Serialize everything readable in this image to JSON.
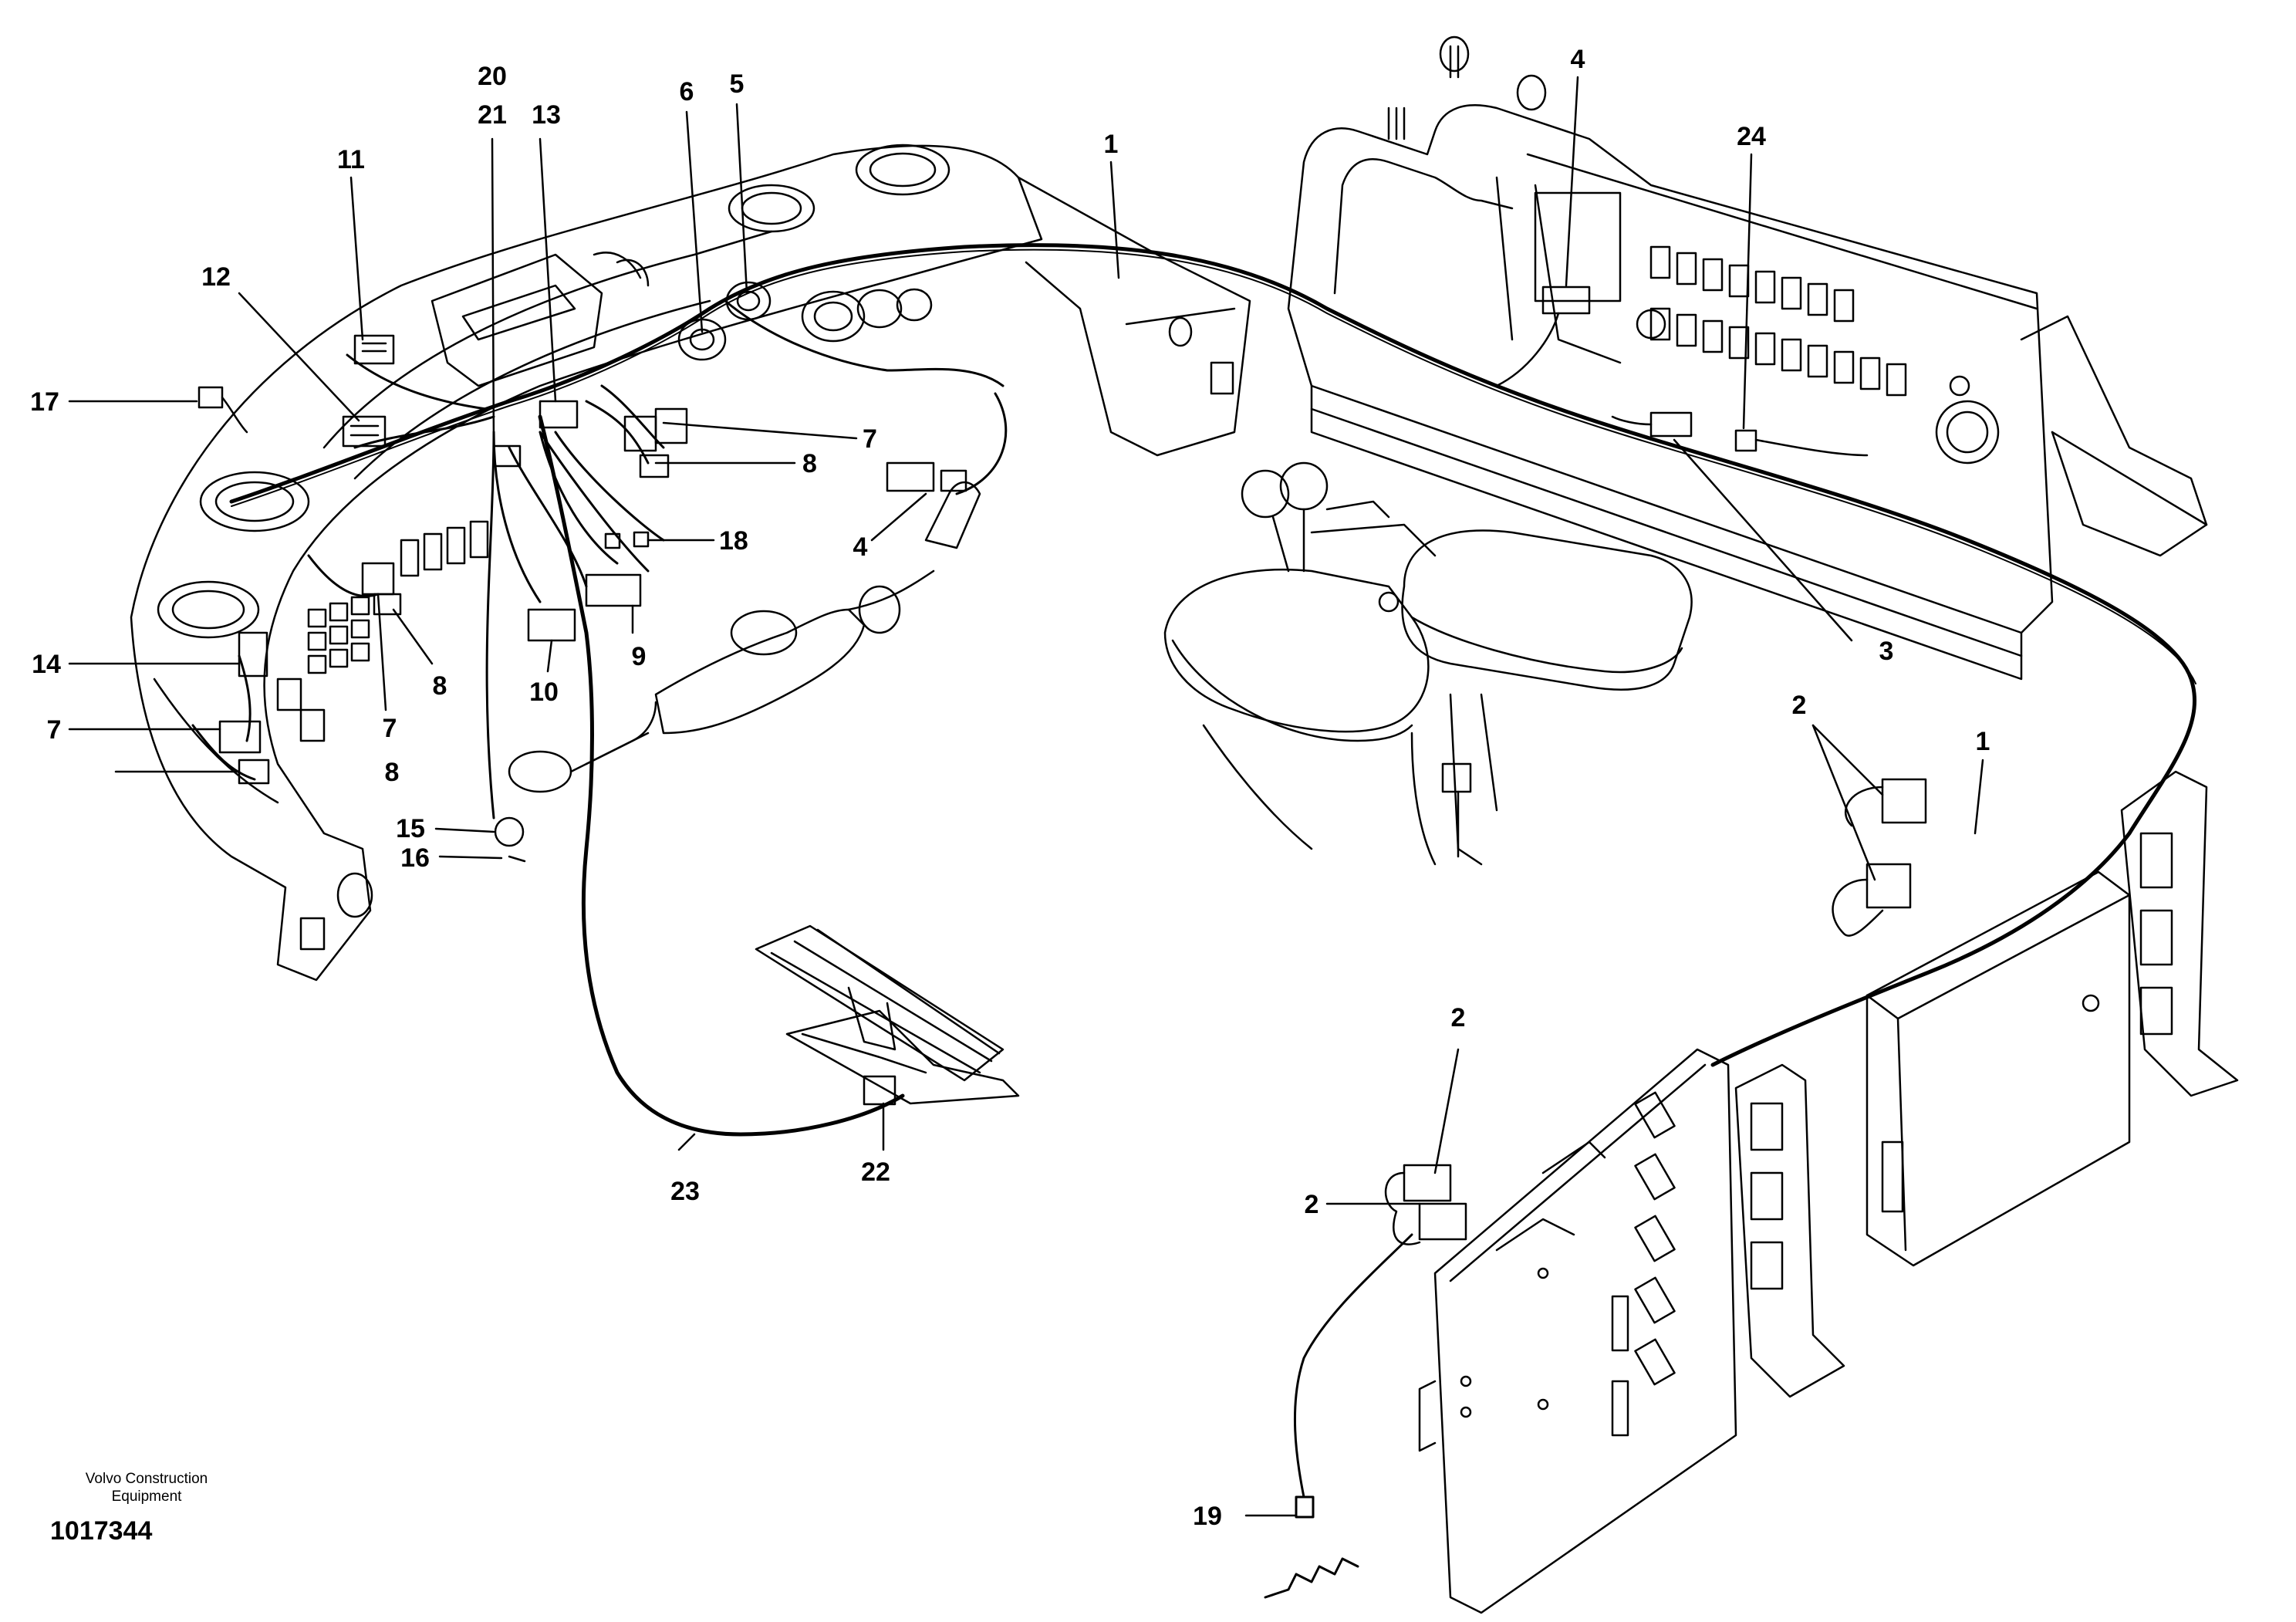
{
  "publisher_line1": "Volvo Construction",
  "publisher_line2": "Equipment",
  "drawing_number": "1017344",
  "callouts": [
    {
      "id": "c20",
      "label": "20"
    },
    {
      "id": "c21",
      "label": "21"
    },
    {
      "id": "c13",
      "label": "13"
    },
    {
      "id": "c6",
      "label": "6"
    },
    {
      "id": "c5",
      "label": "5"
    },
    {
      "id": "c11",
      "label": "11"
    },
    {
      "id": "c12",
      "label": "12"
    },
    {
      "id": "c17",
      "label": "17"
    },
    {
      "id": "c1a",
      "label": "1"
    },
    {
      "id": "c4a",
      "label": "4"
    },
    {
      "id": "c24",
      "label": "24"
    },
    {
      "id": "c7a",
      "label": "7"
    },
    {
      "id": "c8a",
      "label": "8"
    },
    {
      "id": "c4b",
      "label": "4"
    },
    {
      "id": "c18",
      "label": "18"
    },
    {
      "id": "c14",
      "label": "14"
    },
    {
      "id": "c9",
      "label": "9"
    },
    {
      "id": "c8b",
      "label": "8"
    },
    {
      "id": "c10",
      "label": "10"
    },
    {
      "id": "c7b",
      "label": "7"
    },
    {
      "id": "c7c",
      "label": "7"
    },
    {
      "id": "c8c",
      "label": "8"
    },
    {
      "id": "c3",
      "label": "3"
    },
    {
      "id": "c2a",
      "label": "2"
    },
    {
      "id": "c1b",
      "label": "1"
    },
    {
      "id": "c15",
      "label": "15"
    },
    {
      "id": "c16",
      "label": "16"
    },
    {
      "id": "c2b",
      "label": "2"
    },
    {
      "id": "c2c",
      "label": "2"
    },
    {
      "id": "c23",
      "label": "23"
    },
    {
      "id": "c22",
      "label": "22"
    },
    {
      "id": "c19",
      "label": "19"
    }
  ]
}
